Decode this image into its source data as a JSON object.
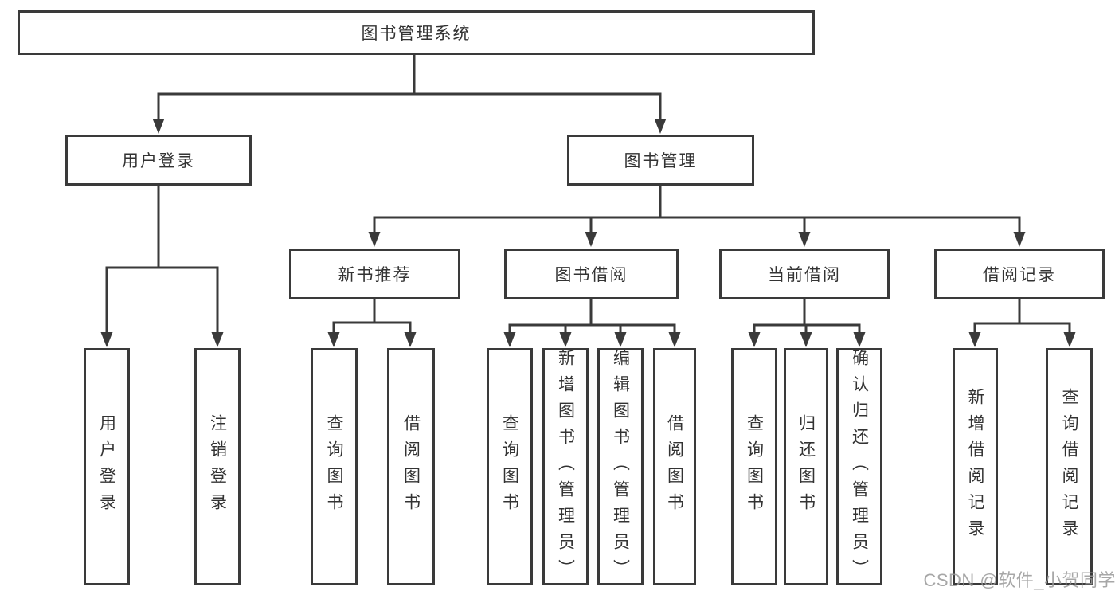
{
  "diagram": {
    "root": {
      "label": "图书管理系统"
    },
    "branches": [
      {
        "label": "用户登录",
        "children": [
          {
            "label": "用户登录"
          },
          {
            "label": "注销登录"
          }
        ]
      },
      {
        "label": "图书管理",
        "children": [
          {
            "label": "新书推荐",
            "children": [
              {
                "label": "查询图书"
              },
              {
                "label": "借阅图书"
              }
            ]
          },
          {
            "label": "图书借阅",
            "children": [
              {
                "label": "查询图书"
              },
              {
                "label": "新增图书（管理员）"
              },
              {
                "label": "编辑图书（管理员）"
              },
              {
                "label": "借阅图书"
              }
            ]
          },
          {
            "label": "当前借阅",
            "children": [
              {
                "label": "查询图书"
              },
              {
                "label": "归还图书"
              },
              {
                "label": "确认归还（管理员）"
              }
            ]
          },
          {
            "label": "借阅记录",
            "children": [
              {
                "label": "新增借阅记录"
              },
              {
                "label": "查询借阅记录"
              }
            ]
          }
        ]
      }
    ],
    "watermark": "CSDN @软件_小贺同学",
    "colors": {
      "line": "#3a3a3a",
      "text": "#333333",
      "background": "#ffffff",
      "watermark": "#989898"
    }
  }
}
